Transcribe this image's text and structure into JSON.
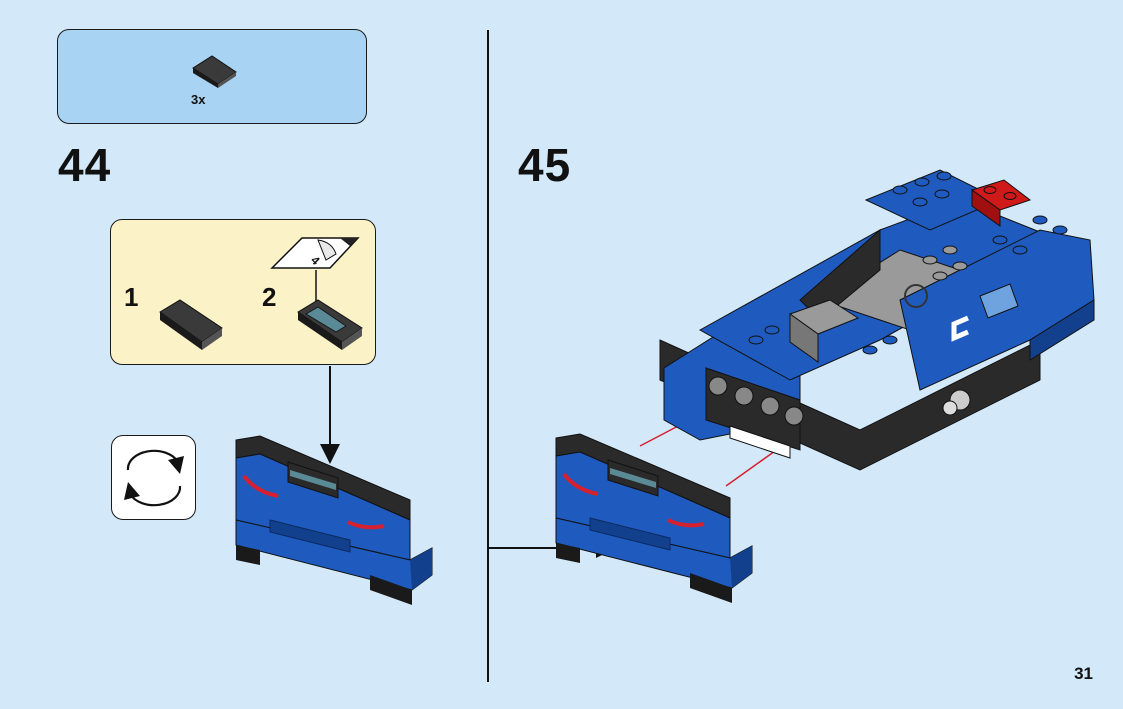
{
  "parts_callout": {
    "quantity": "3x",
    "part_icon": "black-slope-tile-icon"
  },
  "steps": [
    {
      "number": "44"
    },
    {
      "number": "45"
    }
  ],
  "sub_steps": [
    {
      "number": "1"
    },
    {
      "number": "2"
    }
  ],
  "sticker": {
    "number": "4"
  },
  "rotate_icon": "rotate-model-icon",
  "page_number": "31",
  "colors": {
    "background": "#d3e9f9",
    "parts_box": "#a9d3f2",
    "sub_step_box": "#fcf2c8",
    "brick_blue": "#1f5bbf",
    "brick_black": "#2a2a2a",
    "brick_grey": "#9a9a9a",
    "brick_red": "#d01a1a",
    "guide_arrow": "#d62030"
  }
}
